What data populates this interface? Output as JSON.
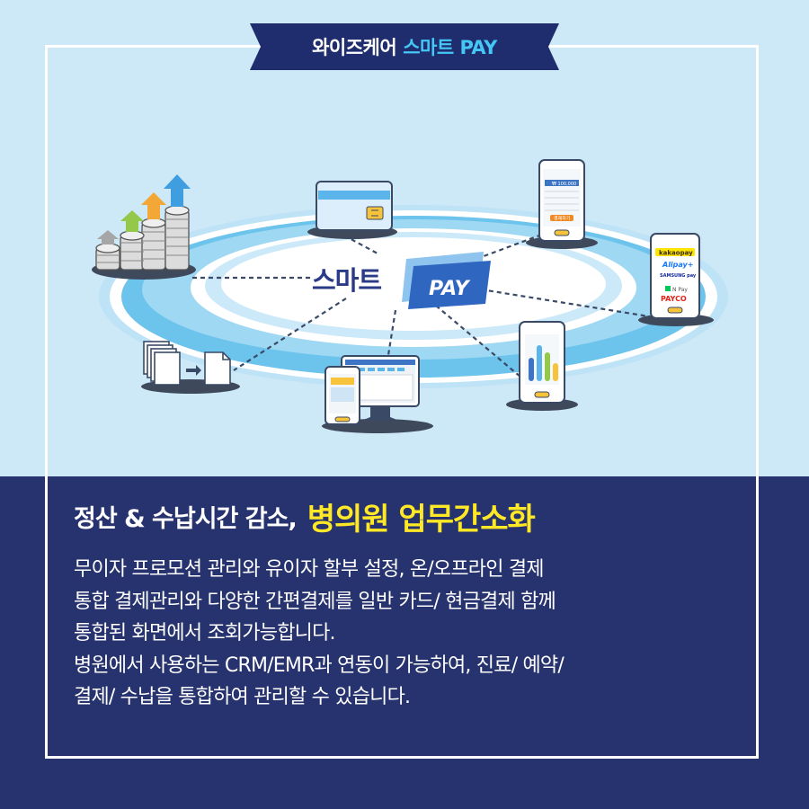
{
  "banner": {
    "title_main": "와이즈케어",
    "title_accent": "스마트 PAY"
  },
  "diagram": {
    "center_label": "스마트",
    "center_badge": "PAY",
    "nodes": [
      "coins-growth",
      "credit-card",
      "mobile-payment-screen",
      "easy-pay-brands",
      "analytics-phone",
      "pc-and-tablet",
      "document-conversion"
    ],
    "easy_pay_brands": [
      "kakaopay",
      "Alipay+",
      "SAMSUNG pay",
      "N Pay",
      "PAYCO"
    ],
    "phone_amount": "₩ 100,000",
    "phone_button": "결제하기",
    "colors": {
      "ring_outer": "#bfe3f6",
      "ring_dark": "#6cc3ec",
      "ring_mid": "#9fd8f3",
      "accent_blue": "#2f66c0",
      "pay_badge_light": "#8ec4ee"
    }
  },
  "headline": {
    "part1": "정산 & 수납시간 감소,",
    "part2": "병의원 업무간소화"
  },
  "description": {
    "lines": [
      "무이자 프로모션 관리와 유이자 할부 설정, 온/오프라인 결제",
      "통합 결제관리와 다양한 간편결제를 일반 카드/ 현금결제 함께",
      "통합된 화면에서 조회가능합니다.",
      "병원에서 사용하는 CRM/EMR과 연동이 가능하여, 진료/ 예약/",
      "결제/ 수납을 통합하여 관리할 수 있습니다."
    ]
  }
}
